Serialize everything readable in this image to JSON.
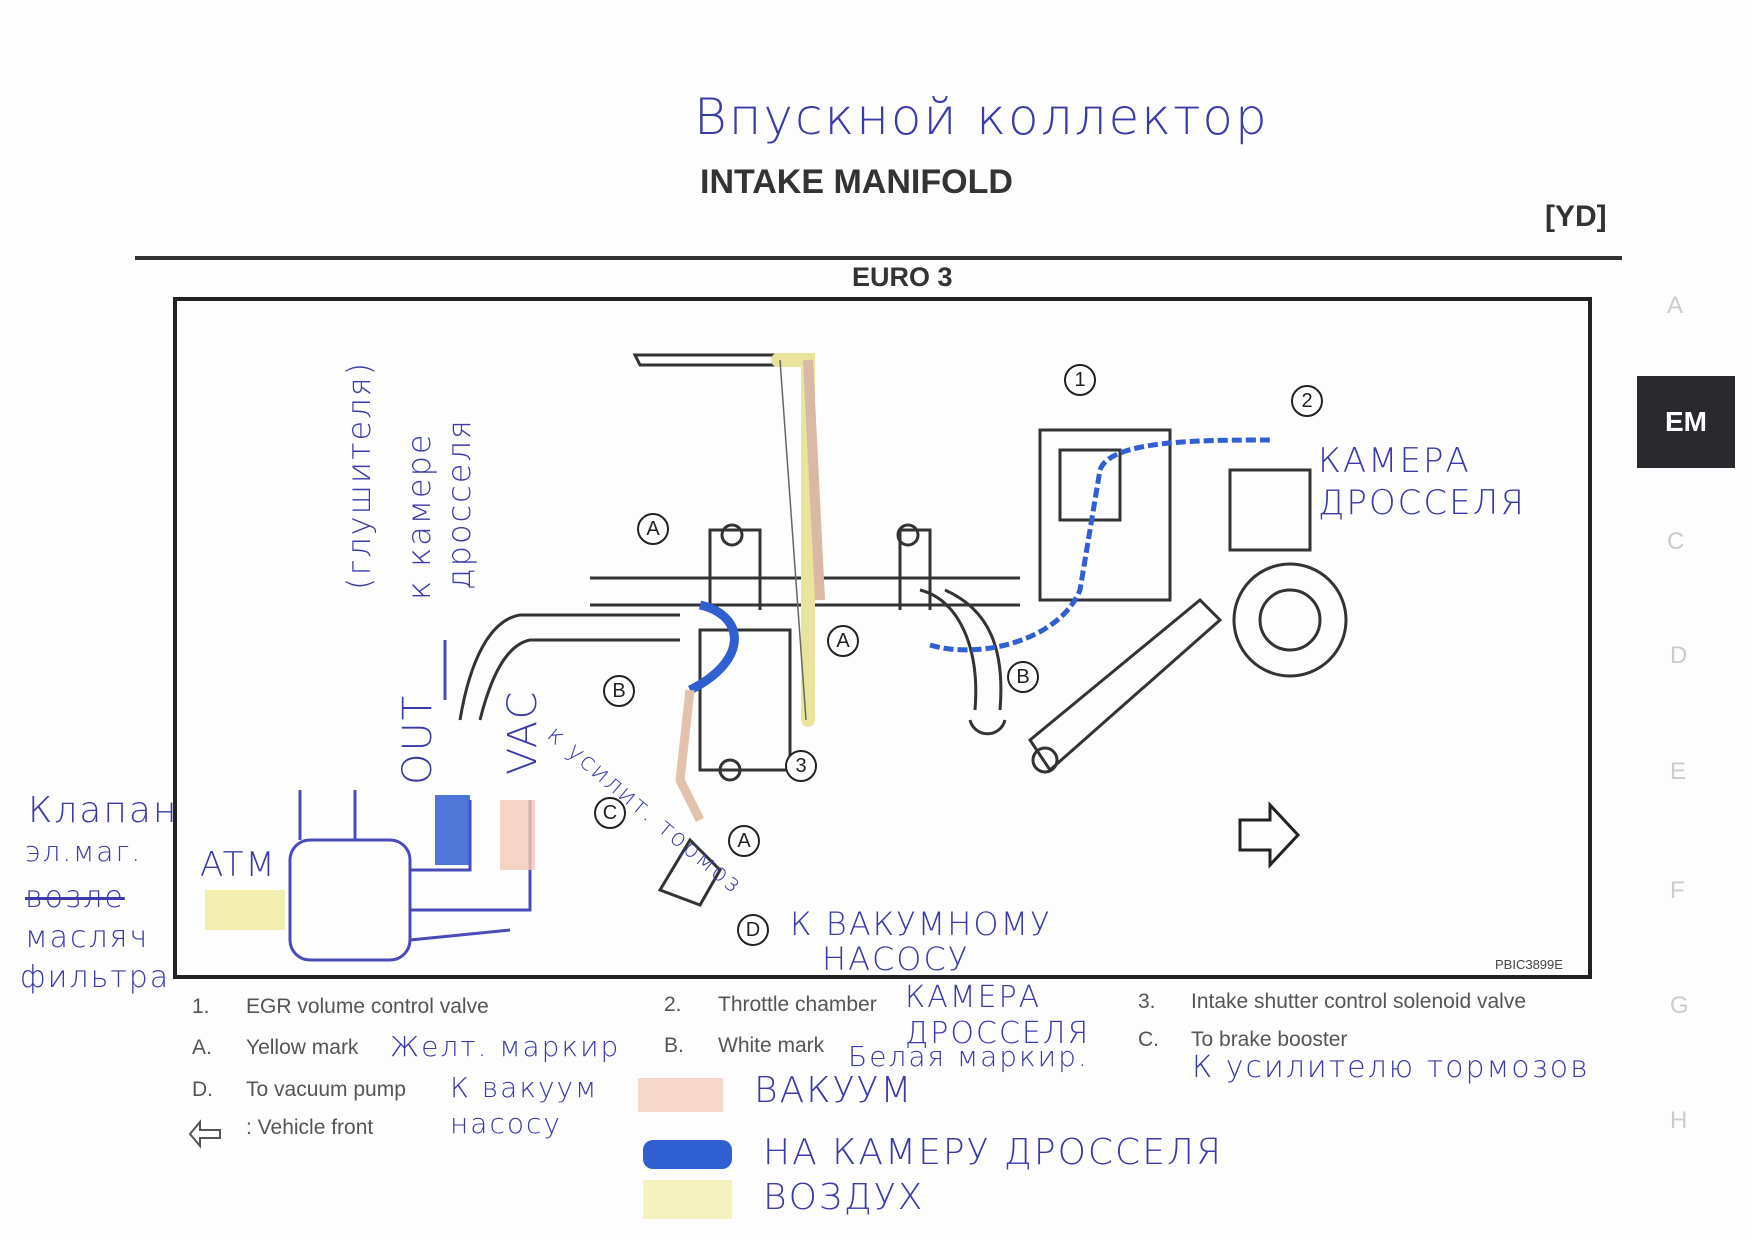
{
  "header": {
    "handwritten_title": "Впускной коллектор",
    "title": "INTAKE MANIFOLD",
    "engine_code": "[YD]",
    "subtitle": "EURO 3"
  },
  "side_tabs": [
    "A",
    "EM",
    "C",
    "D",
    "E",
    "F",
    "G",
    "H"
  ],
  "diagram": {
    "callouts": {
      "c1": "1",
      "c2": "2",
      "c3": "3",
      "a1": "A",
      "a2": "A",
      "a3": "A",
      "b1": "B",
      "b2": "B",
      "c": "C",
      "d": "D"
    },
    "figure_code": "PBIC3899E",
    "annotations": {
      "throttle_chamber": "КАМЕРА ДРОССЕЛЯ",
      "vertical_note_1": "(глушителя)",
      "vertical_note_2": "к камере",
      "vertical_note_3": "дросселя",
      "out": "OUT",
      "vac": "VAC",
      "atm": "ATM",
      "brake_booster": "к усилит. тормоз",
      "vacuum_pump_1": "К ВАКУМНОМУ",
      "vacuum_pump_2": "НАСОСУ",
      "valve_1": "Клапан",
      "valve_2": "эл.маг.",
      "valve_3": "возле",
      "valve_4": "масляч",
      "valve_5": "фильтра"
    }
  },
  "legend": {
    "items": [
      {
        "key": "1.",
        "label": "EGR volume control valve"
      },
      {
        "key": "2.",
        "label": "Throttle chamber",
        "note": "КАМЕРА ДРОССЕЛЯ"
      },
      {
        "key": "3.",
        "label": "Intake shutter control solenoid valve"
      },
      {
        "key": "A.",
        "label": "Yellow mark",
        "note": "Желт. маркир"
      },
      {
        "key": "B.",
        "label": "White mark",
        "note": "Белая маркир."
      },
      {
        "key": "C.",
        "label": "To brake booster",
        "note": "К усилителю тормозов"
      },
      {
        "key": "D.",
        "label": "To vacuum pump",
        "note": "К вакуум насосу"
      }
    ],
    "vehicle_front": ": Vehicle front",
    "color_key": [
      {
        "color": "#f2c9b8",
        "label": "ВАКУУМ"
      },
      {
        "color": "#2f5fd0",
        "label": "НА КАМЕРУ ДРОССЕЛЯ"
      },
      {
        "color": "#f3efb0",
        "label": "ВОЗДУХ"
      }
    ]
  }
}
